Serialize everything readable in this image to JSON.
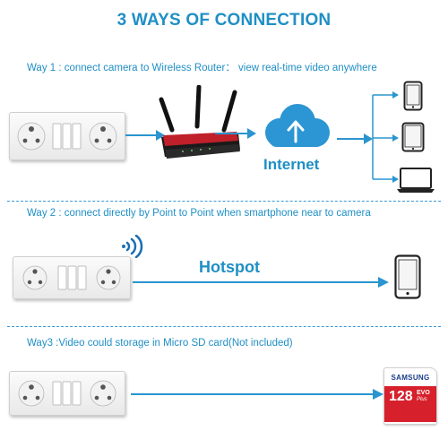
{
  "title": "3 WAYS OF CONNECTION",
  "way1": {
    "text": "Way 1 : connect camera to Wireless Router： view real-time video anywhere",
    "internet_label": "Internet"
  },
  "way2": {
    "text": "Way 2 : connect directly by Point to Point when smartphone near to camera",
    "hotspot_label": "Hotspot"
  },
  "way3": {
    "text": "Way3 :Video could storage in Micro SD card(Not included)",
    "sd_card": {
      "brand": "SAMSUNG",
      "capacity": "128",
      "series": "EVO",
      "plus": "Plus"
    }
  },
  "colors": {
    "accent": "#1f8fc6",
    "arrow": "#2a95cf",
    "router_red": "#c0202a",
    "cloud": "#2c95d4",
    "sd_red": "#d6202c"
  }
}
